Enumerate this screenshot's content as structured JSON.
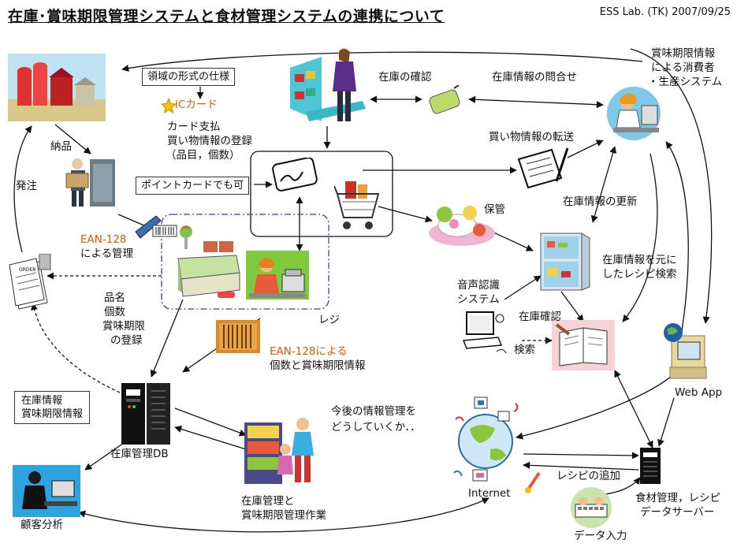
{
  "title": "在庫･賞味期限管理システムと食材管理システムの連携について",
  "credit": "ESS Lab. (TK) 2007/09/25",
  "labels": {
    "ryoiki": "領域の形式の仕様",
    "iccard": "ICカード",
    "card_payment": [
      "カード支払",
      "買い物情報の登録",
      "（品目，個数）"
    ],
    "zaiko_kakunin": "在庫の確認",
    "toiawase": "在庫情報の問合せ",
    "consumer": [
      "賞味期限情報",
      "による消費者",
      "・生産システム"
    ],
    "nohin": "納品",
    "hacchu": "発注",
    "point_card": "ポイントカードでも可",
    "kaimono_tenso": "買い物情報の転送",
    "hokan": "保管",
    "koshin": "在庫情報の更新",
    "ean_kanri": [
      "EAN-128",
      "による管理"
    ],
    "recipe_kensaku": [
      "在庫情報を元に",
      "したレシピ検索"
    ],
    "onsei": [
      "音声認識",
      "システム"
    ],
    "zaiko_kakunin2": "在庫確認",
    "kensaku": "検索",
    "register": "レジ",
    "hinmei": [
      "品名",
      "個数",
      "賞味期限",
      "の登録"
    ],
    "ean_info": [
      "EAN-128による",
      "個数と賞味期限情報"
    ],
    "webapp": "Web App",
    "db_box": [
      "在庫情報",
      "賞味期限情報"
    ],
    "db": "在庫管理DB",
    "future": [
      "今後の情報管理を",
      "どうしていくか．．"
    ],
    "sagyo": [
      "在庫管理と",
      "賞味期限管理作業"
    ],
    "internet": "Internet",
    "recipe_add": "レシピの追加",
    "server": [
      "食材管理，レシピ",
      "データサーバー"
    ],
    "kokyaku": "顧客分析",
    "data_input": "データ入力"
  },
  "colors": {
    "accent_orange": "#e05a00",
    "dashed_frame": "#3344aa"
  }
}
